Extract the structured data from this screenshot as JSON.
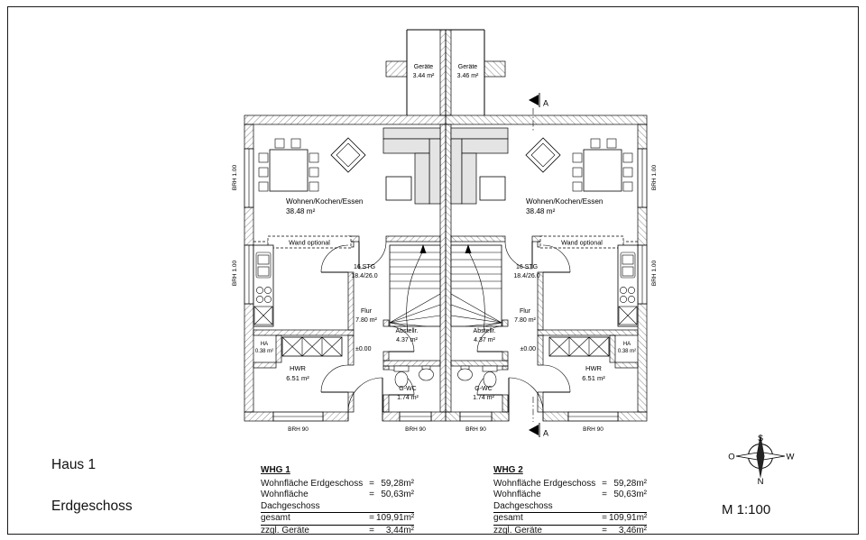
{
  "sheet": {
    "house": "Haus 1",
    "floor": "Erdgeschoss",
    "scale": "M 1:100"
  },
  "compass": {
    "north": "N",
    "south": "S",
    "east": "O",
    "west": "W"
  },
  "plan": {
    "section_label": "A",
    "brh_side": "BRH 1.00",
    "brh_bottom": "BRH 90",
    "shaft_left": {
      "name": "Geräte",
      "area": "3.44 m²"
    },
    "shaft_right": {
      "name": "Geräte",
      "area": "3.46 m²"
    },
    "unit_left": {
      "living_name": "Wohnen/Kochen/Essen",
      "living_area": "38.48 m²",
      "wand_optional": "Wand optional",
      "stairs_line1": "16 STG",
      "stairs_line2": "18.4/26.0",
      "flur_name": "Flur",
      "flur_area": "7.80 m²",
      "abstell_name": "Abstellr.",
      "abstell_area": "4.37 m²",
      "level": "±0.00",
      "ha_name": "HA",
      "ha_area": "0.38 m²",
      "hwr_name": "HWR",
      "hwr_area": "6.51 m²",
      "wc_name": "G-WC",
      "wc_area": "1.74 m²"
    },
    "unit_right": {
      "living_name": "Wohnen/Kochen/Essen",
      "living_area": "38.48 m²",
      "wand_optional": "Wand optional",
      "stairs_line1": "16 STG",
      "stairs_line2": "18.4/26.0",
      "flur_name": "Flur",
      "flur_area": "7.80 m²",
      "abstell_name": "Abstellr.",
      "abstell_area": "4.37 m²",
      "level": "±0.00",
      "ha_name": "HA",
      "ha_area": "0.38 m²",
      "hwr_name": "HWR",
      "hwr_area": "6.51 m²",
      "wc_name": "G-WC",
      "wc_area": "1.74 m²"
    }
  },
  "tables": [
    {
      "title": "WHG 1",
      "rows": [
        {
          "label": "Wohnfläche Erdgeschoss",
          "eq": "=",
          "value": "59,28m²"
        },
        {
          "label": "Wohnfläche Dachgeschoss",
          "eq": "=",
          "value": "50,63m²"
        },
        {
          "label": "gesamt",
          "eq": "=",
          "value": "109,91m²"
        },
        {
          "label": "zzgl. Geräte",
          "eq": "=",
          "value": "3,44m²"
        }
      ]
    },
    {
      "title": "WHG 2",
      "rows": [
        {
          "label": "Wohnfläche Erdgeschoss",
          "eq": "=",
          "value": "59,28m²"
        },
        {
          "label": "Wohnfläche Dachgeschoss",
          "eq": "=",
          "value": "50,63m²"
        },
        {
          "label": "gesamt",
          "eq": "=",
          "value": "109,91m²"
        },
        {
          "label": "zzgl. Geräte",
          "eq": "=",
          "value": "3,46m²"
        }
      ]
    }
  ]
}
